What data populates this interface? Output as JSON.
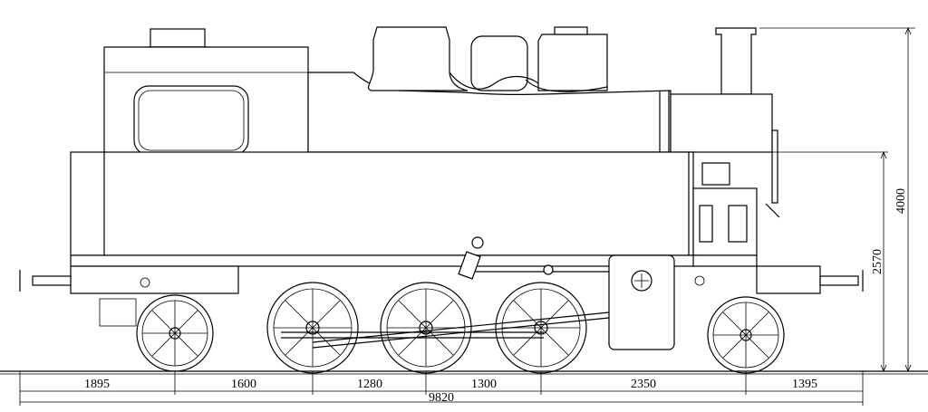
{
  "drawing": {
    "stroke_color": "#000000",
    "background": "#ffffff"
  },
  "dimensions": {
    "horizontal": [
      "1895",
      "1600",
      "1280",
      "1300",
      "2350",
      "1395"
    ],
    "overall_length": "9820",
    "height_total": "4000",
    "height_boiler": "2570"
  }
}
